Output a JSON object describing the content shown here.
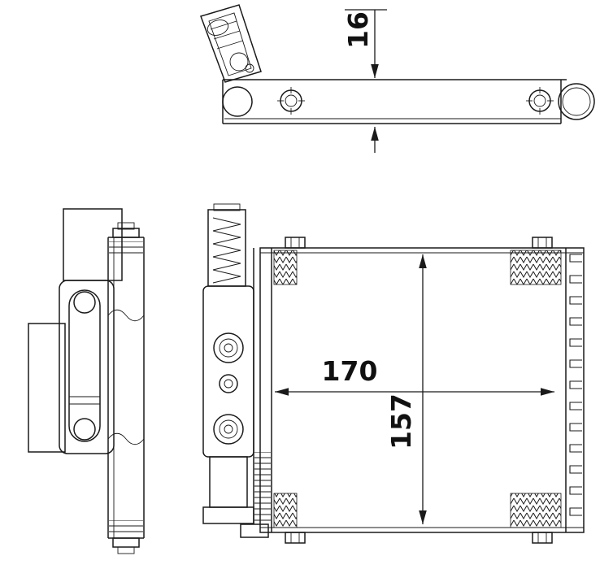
{
  "drawing": {
    "background_color": "#ffffff",
    "line_color": "#1a1a1a",
    "dimensions": {
      "thickness_label": "16",
      "width_label": "170",
      "height_label": "157"
    }
  }
}
